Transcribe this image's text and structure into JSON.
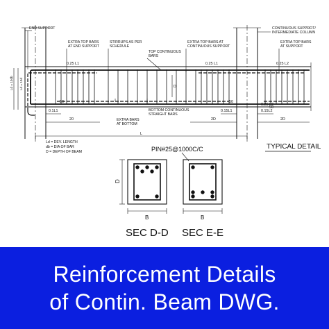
{
  "drawing": {
    "callouts": {
      "end_support": "END SUPPORT",
      "extra_top_end_1": "EXTRA TOP BARS",
      "extra_top_end_2": "AT END SUPPORT",
      "stirrups_1": "STIRRUPS AS PER",
      "stirrups_2": "SCHEDULE",
      "top_cont_1": "TOP CONTINUOUS",
      "top_cont_2": "BARS",
      "extra_top_mid_1": "EXTRA TOP BARS AT",
      "extra_top_mid_2": "CONTINUOUS SUPPORT",
      "cont_support_1": "CONTINUOUS SUPPROT/",
      "cont_support_2": "INTERMEDIATE COLUMN",
      "extra_top_right_1": "EXTRA TOP BARS",
      "extra_top_right_2": "AT SUPPORT",
      "bottom_cont_1": "BOTTOM CONTINUOUS",
      "bottom_cont_2": "STRAIGHT BARS",
      "extra_bottom_1": "EXTRA BARS",
      "extra_bottom_2": "AT BOTTOM"
    },
    "dims": {
      "l1_quarter": "0.25 L1",
      "l1_quarter_b": "0.25 L1",
      "l2_quarter": "0.25 L2",
      "l2_quarter_b": "0.25 L2",
      "fifty_a": "50",
      "fifty_b": "50",
      "fifty_c": "50",
      "l1_tenth": "0.1L1",
      "l1_fifteen": "0.15L1",
      "l2_fifteen": "0.15L2",
      "twenty_d_a": "20",
      "twenty_d_b": "2D",
      "twenty_d_c": "2D",
      "span_l": "L",
      "depth_d": "D",
      "ld_a": "Ld = 10db",
      "ld_b": "Ld = 10d"
    },
    "legend": {
      "ld": "Ld  =  DEV. LENGTH",
      "db": "db  =  DIA OF BAR",
      "d": "D   =  DEPTH OF BEAM"
    },
    "typical_detail": "TYPICAL DETAIL",
    "pin_note": "PIN#25@1000C/C",
    "section_dd": {
      "label": "SEC D-D",
      "depth": "D",
      "width": "B"
    },
    "section_ee": {
      "label": "SEC E-E",
      "width": "B"
    }
  },
  "banner": {
    "line1": "Reinforcement Details",
    "line2": "of Contin. Beam DWG."
  },
  "colors": {
    "banner_bg": "#0b1fe0",
    "banner_text": "#ffffff",
    "drawing_ink": "#111111"
  }
}
